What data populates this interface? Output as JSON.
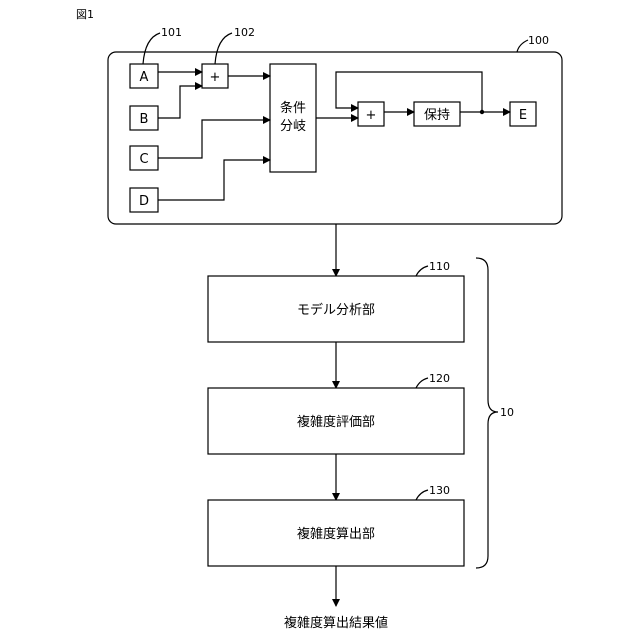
{
  "figure": {
    "label": "図1"
  },
  "model": {
    "ref": "100",
    "inputs": [
      {
        "letter": "A",
        "ref": "101"
      },
      {
        "letter": "B",
        "ref": ""
      },
      {
        "letter": "C",
        "ref": ""
      },
      {
        "letter": "D",
        "ref": ""
      }
    ],
    "adder_top": {
      "symbol": "+",
      "ref": "102"
    },
    "branch": {
      "line1": "条件",
      "line2": "分岐"
    },
    "adder_right": {
      "symbol": "+"
    },
    "hold": {
      "label": "保持"
    },
    "output": {
      "letter": "E"
    }
  },
  "system": {
    "ref": "10",
    "blocks": [
      {
        "label": "モデル分析部",
        "ref": "110"
      },
      {
        "label": "複雑度評価部",
        "ref": "120"
      },
      {
        "label": "複雑度算出部",
        "ref": "130"
      }
    ]
  },
  "result": {
    "label": "複雑度算出結果値"
  }
}
